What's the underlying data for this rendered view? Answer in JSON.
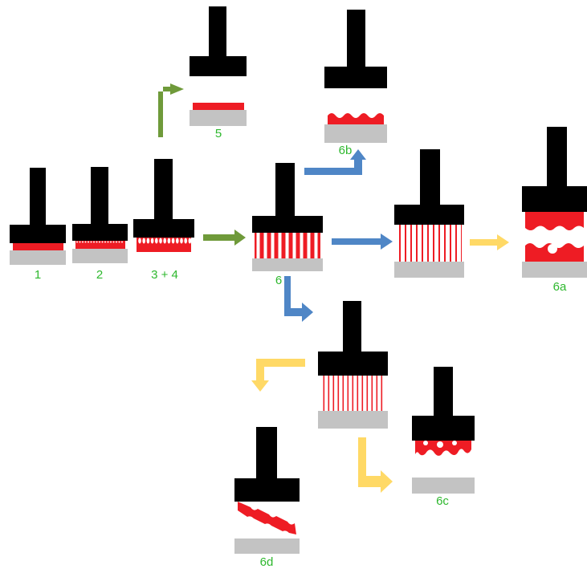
{
  "labels": {
    "s1": "1",
    "s2": "2",
    "s34": "3 + 4",
    "s5": "5",
    "s6": "6",
    "s6a": "6a",
    "s6b": "6b",
    "s6c": "6c",
    "s6d": "6d"
  },
  "colors": {
    "probe": "#000000",
    "adhesive": "#ee1c24",
    "substrate": "#c3c3c3",
    "label": "#2eb82e",
    "arrow_green": "#6f9a3a",
    "arrow_blue": "#4f86c6",
    "arrow_yellow": "#ffd966"
  }
}
